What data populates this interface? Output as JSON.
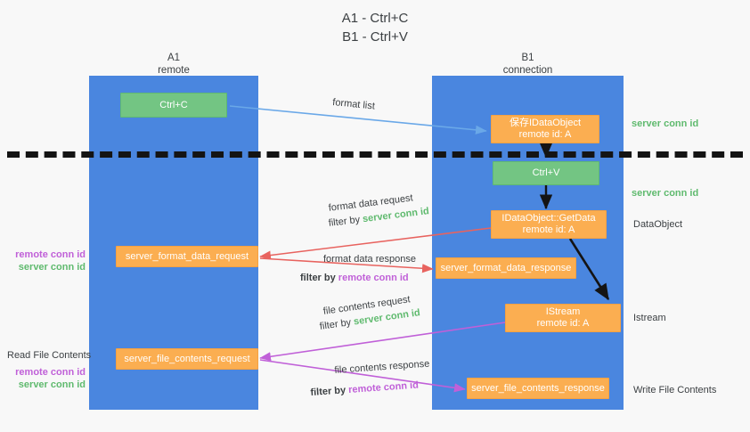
{
  "title": {
    "line1": "A1 - Ctrl+C",
    "line2": "B1 - Ctrl+V"
  },
  "lanes": [
    {
      "name": "A1",
      "sub": "remote",
      "color": "#4a86df"
    },
    {
      "name": "B1",
      "sub": "connection",
      "color": "#4a86df"
    }
  ],
  "colors": {
    "lane_blue": "#4a86df",
    "node_green": "#73c583",
    "node_orange": "#fbae51",
    "server_conn_green": "#5fba6e",
    "remote_conn_purple": "#c060d8",
    "arrow_blue": "#6aa8e8",
    "arrow_red": "#e8635f",
    "arrow_purple": "#c060d8",
    "arrow_black": "#141414",
    "background": "#f8f8f8"
  },
  "nodes": {
    "ctrl_c": {
      "label": "Ctrl+C",
      "type": "green"
    },
    "save_idataobject": {
      "label": "保存IDataObject",
      "sub": "remote id: A",
      "type": "orange"
    },
    "ctrl_v": {
      "label": "Ctrl+V",
      "type": "green"
    },
    "getdata": {
      "label": "IDataObject::GetData",
      "sub": "remote id: A",
      "type": "orange"
    },
    "server_format_data_request": {
      "label": "server_format_data_request",
      "type": "orange"
    },
    "server_format_data_response": {
      "label": "server_format_data_response",
      "type": "orange"
    },
    "istream": {
      "label": "IStream",
      "sub": "remote id: A",
      "type": "orange"
    },
    "server_file_contents_request": {
      "label": "server_file_contents_request",
      "type": "orange"
    },
    "server_file_contents_response": {
      "label": "server_file_contents_response",
      "type": "orange"
    }
  },
  "arrow_labels": {
    "format_list": "format list",
    "format_data_request": "format data request",
    "format_data_request_filter_prefix": "filter by ",
    "format_data_request_filter_key": "server conn id",
    "format_data_response": "format data response",
    "format_data_response_filter_prefix": "filter by ",
    "format_data_response_filter_key": "remote conn id",
    "file_contents_request": "file contents request",
    "file_contents_request_filter_prefix": "filter by ",
    "file_contents_request_filter_key": "server conn id",
    "file_contents_response": "file contents response",
    "file_contents_response_filter_prefix": "filter by ",
    "file_contents_response_filter_key": "remote conn id"
  },
  "right_labels": {
    "server_conn_id_top": "server conn id",
    "server_conn_id_mid": "server conn id",
    "dataobject": "DataObject",
    "istream": "Istream",
    "write_file_contents": "Write File Contents"
  },
  "left_labels": {
    "remote_conn_id_1": "remote conn id",
    "server_conn_id_1": "server conn id",
    "read_file_contents": "Read File Contents",
    "remote_conn_id_2": "remote conn id",
    "server_conn_id_2": "server conn id"
  }
}
